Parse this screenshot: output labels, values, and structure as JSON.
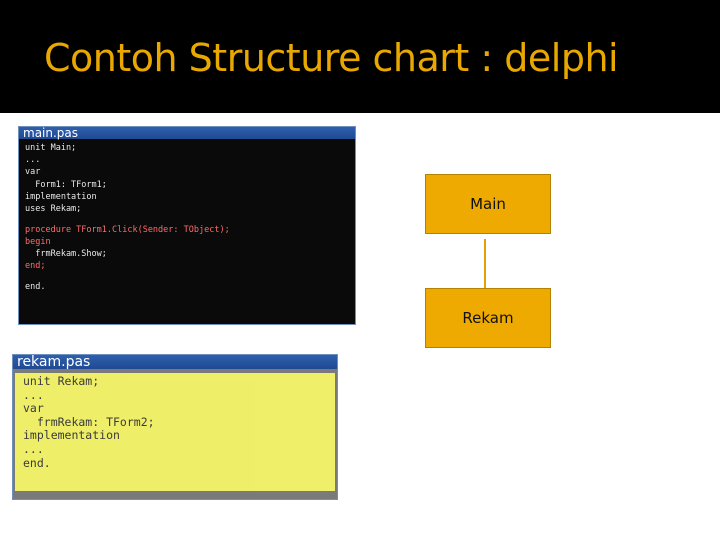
{
  "slide": {
    "title": "Contoh Structure chart : delphi"
  },
  "main_pas": {
    "filename": "main.pas",
    "lines": [
      "unit Main;",
      "...",
      "var",
      "  Form1: TForm1;",
      "implementation",
      "uses Rekam;",
      "",
      "procedure TForm1.Click(Sender: TObject);",
      "begin",
      "  frmRekam.Show;",
      "end;",
      "",
      "end."
    ]
  },
  "rekam_pas": {
    "filename": "rekam.pas",
    "lines": [
      "unit Rekam;",
      "...",
      "var",
      "  frmRekam: TForm2;",
      "implementation",
      "...",
      "end."
    ]
  },
  "structure_chart": {
    "top_module": "Main",
    "bottom_module": "Rekam"
  },
  "colors": {
    "title": "#e9a800",
    "module_fill": "#eeaa00",
    "code_highlight": "#ffff66",
    "panel_header": "#2f5fae"
  }
}
